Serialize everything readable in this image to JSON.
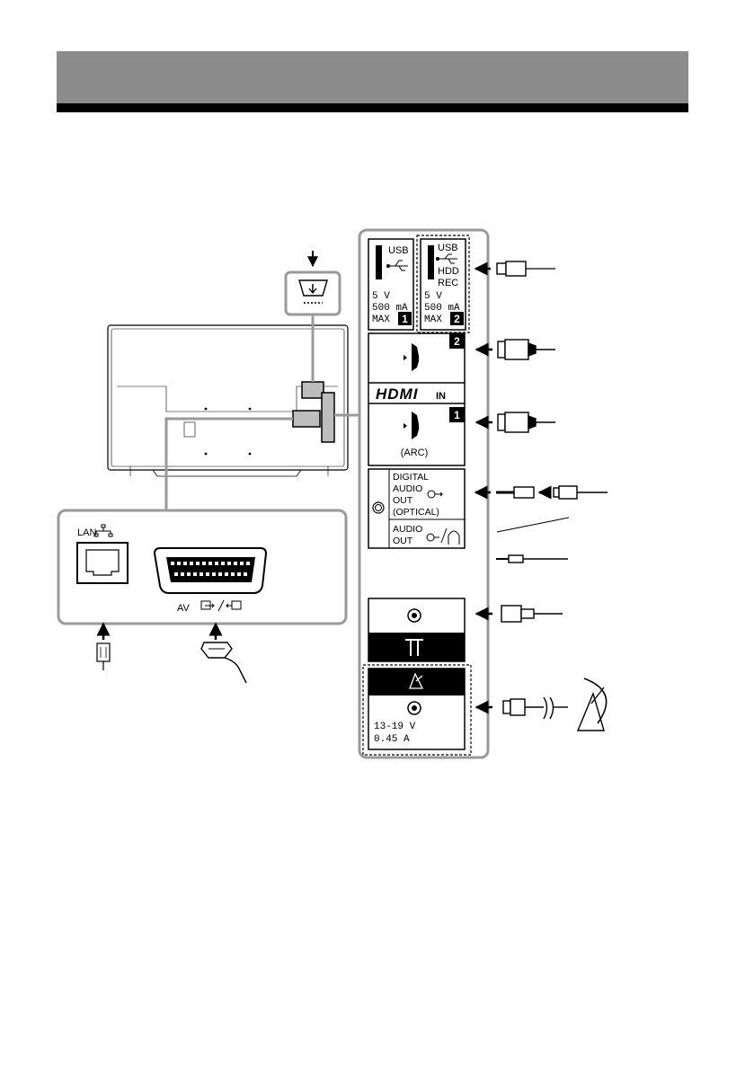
{
  "page": {
    "heading_text": ""
  },
  "side_panel": {
    "usb1": {
      "name": "USB",
      "voltage": "5 V",
      "current": "500 mA",
      "max": "MAX",
      "number": "1"
    },
    "usb2": {
      "name": "USB",
      "line2": "HDD",
      "line3": "REC",
      "voltage": "5 V",
      "current": "500 mA",
      "max": "MAX",
      "number": "2"
    },
    "hdmi": {
      "logo": "HDMI",
      "suffix": "IN",
      "port2_number": "2",
      "port1_number": "1",
      "port1_note": "(ARC)"
    },
    "audio": {
      "optical_lines": [
        "DIGITAL",
        "AUDIO",
        "OUT",
        "(OPTICAL)"
      ],
      "analog_lines": [
        "AUDIO",
        "OUT"
      ]
    },
    "satellite": {
      "voltage": "13-19 V",
      "current": "0.45 A"
    }
  },
  "rear_panel": {
    "lan_label": "LAN",
    "av_label": "AV"
  },
  "icons": [
    "arrow-down-icon",
    "usb-icon",
    "hdmi-plug-icon",
    "optical-plug-icon",
    "headphone-icon",
    "antenna-icon",
    "satellite-dish-icon",
    "lan-network-icon",
    "scart-icon"
  ]
}
